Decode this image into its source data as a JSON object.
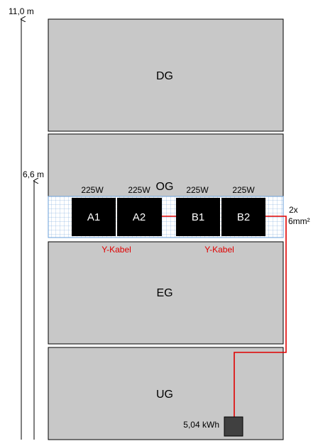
{
  "heights": {
    "top": "11,0 m",
    "mid": "6,6 m"
  },
  "floors": {
    "dg": "DG",
    "og": "OG",
    "eg": "EG",
    "ug": "UG"
  },
  "panels": [
    {
      "name": "A1",
      "watt": "225W"
    },
    {
      "name": "A2",
      "watt": "225W"
    },
    {
      "name": "B1",
      "watt": "225W"
    },
    {
      "name": "B2",
      "watt": "225W"
    }
  ],
  "cable": {
    "y_label_left": "Y-Kabel",
    "y_label_right": "Y-Kabel",
    "spec_line1": "2x",
    "spec_line2": "6mm²"
  },
  "battery": {
    "capacity": "5,04 kWh"
  },
  "colors": {
    "floor_fill": "#c8c8c8",
    "panel_fill": "#000000",
    "cable": "#e00000",
    "grid_line": "#6a9fd8"
  }
}
